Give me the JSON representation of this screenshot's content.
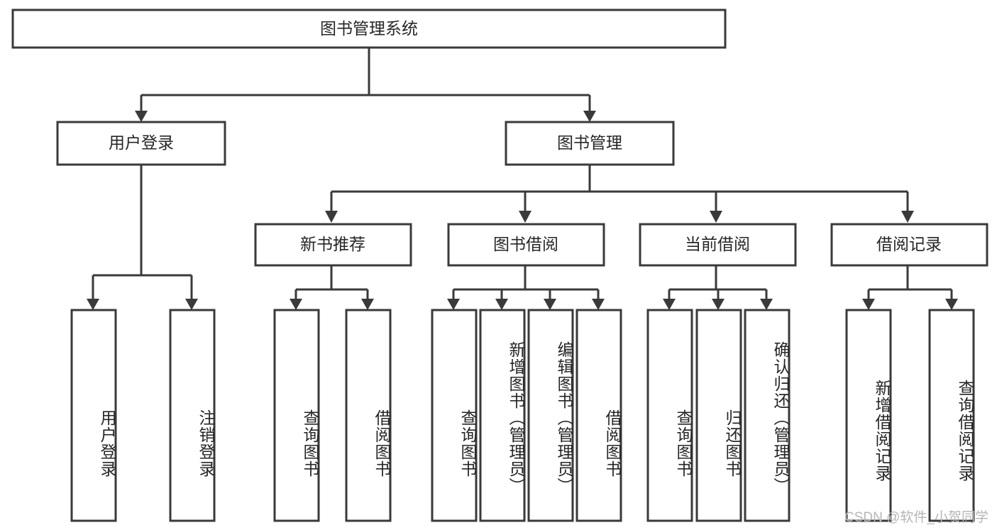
{
  "diagram": {
    "type": "tree-hierarchy",
    "title": "图书管理系统",
    "orientation": "top-down",
    "colors": {
      "box_stroke": "#3a3a3a",
      "box_fill": "#ffffff",
      "text": "#262626",
      "connector": "#3a3a3a",
      "watermark": "#b6b6b6",
      "background": "#ffffff"
    },
    "levels": {
      "level0": [
        "图书管理系统"
      ],
      "level1": [
        "用户登录",
        "图书管理"
      ],
      "level2": [
        "新书推荐",
        "图书借阅",
        "当前借阅",
        "借阅记录"
      ],
      "level3": [
        "用户登录",
        "注销登录",
        "查询图书",
        "借阅图书",
        "查询图书",
        "新增图书（管理员）",
        "编辑图书（管理员）",
        "借阅图书",
        "查询图书",
        "归还图书",
        "确认归还（管理员）",
        "新增借阅记录",
        "查询借阅记录"
      ]
    },
    "nodes": {
      "root": {
        "label": "图书管理系统"
      },
      "user_login": {
        "label": "用户登录"
      },
      "book_manage": {
        "label": "图书管理"
      },
      "new_book_rec": {
        "label": "新书推荐"
      },
      "book_borrow": {
        "label": "图书借阅"
      },
      "current_borrow": {
        "label": "当前借阅"
      },
      "borrow_record": {
        "label": "借阅记录"
      },
      "leaf_user_login": {
        "label": "用户登录"
      },
      "leaf_user_logout": {
        "label": "注销登录"
      },
      "leaf_nbr_query": {
        "label": "查询图书"
      },
      "leaf_nbr_borrow": {
        "label": "借阅图书"
      },
      "leaf_bb_query": {
        "label": "查询图书"
      },
      "leaf_bb_add": {
        "label": "新增图书（管理员）"
      },
      "leaf_bb_edit": {
        "label": "编辑图书（管理员）"
      },
      "leaf_bb_borrow": {
        "label": "借阅图书"
      },
      "leaf_cb_query": {
        "label": "查询图书"
      },
      "leaf_cb_return": {
        "label": "归还图书"
      },
      "leaf_cb_confirm": {
        "label": "确认归还（管理员）"
      },
      "leaf_br_add": {
        "label": "新增借阅记录"
      },
      "leaf_br_query": {
        "label": "查询借阅记录"
      }
    },
    "edges": [
      {
        "from": "root",
        "to": "user_login"
      },
      {
        "from": "root",
        "to": "book_manage"
      },
      {
        "from": "user_login",
        "to": "leaf_user_login"
      },
      {
        "from": "user_login",
        "to": "leaf_user_logout"
      },
      {
        "from": "book_manage",
        "to": "new_book_rec"
      },
      {
        "from": "book_manage",
        "to": "book_borrow"
      },
      {
        "from": "book_manage",
        "to": "current_borrow"
      },
      {
        "from": "book_manage",
        "to": "borrow_record"
      },
      {
        "from": "new_book_rec",
        "to": "leaf_nbr_query"
      },
      {
        "from": "new_book_rec",
        "to": "leaf_nbr_borrow"
      },
      {
        "from": "book_borrow",
        "to": "leaf_bb_query"
      },
      {
        "from": "book_borrow",
        "to": "leaf_bb_add"
      },
      {
        "from": "book_borrow",
        "to": "leaf_bb_edit"
      },
      {
        "from": "book_borrow",
        "to": "leaf_bb_borrow"
      },
      {
        "from": "current_borrow",
        "to": "leaf_cb_query"
      },
      {
        "from": "current_borrow",
        "to": "leaf_cb_return"
      },
      {
        "from": "current_borrow",
        "to": "leaf_cb_confirm"
      },
      {
        "from": "borrow_record",
        "to": "leaf_br_add"
      },
      {
        "from": "borrow_record",
        "to": "leaf_br_query"
      }
    ]
  },
  "watermark": {
    "text": "CSDN @软件_小贺同学"
  }
}
